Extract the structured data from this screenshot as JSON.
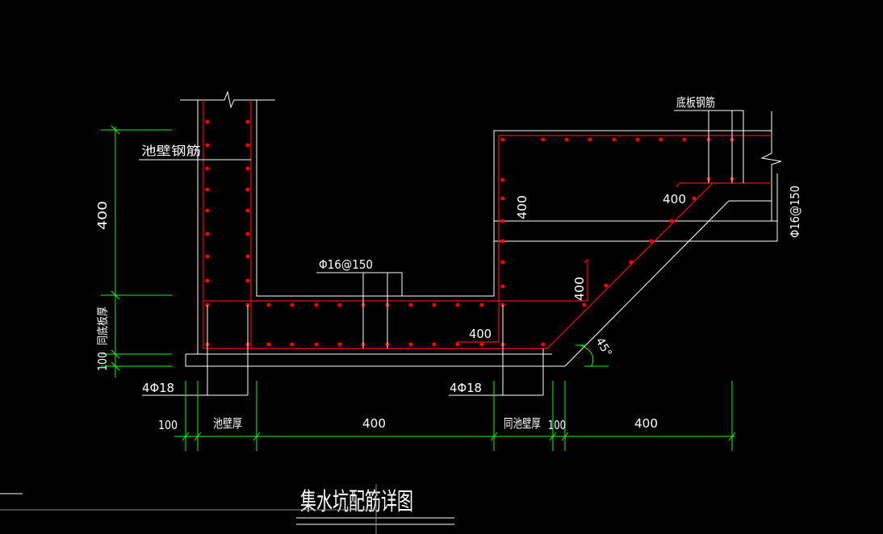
{
  "drawing": {
    "title": "集水坑配筋详图",
    "labels": {
      "wall_rebar": "池壁钢筋",
      "slab_rebar": "底板钢筋",
      "rebar_spacing_bottom": "Φ16@150",
      "rebar_spacing_right": "Φ16@150",
      "corner_bars_left": "4Φ18",
      "corner_bars_right": "4Φ18",
      "anchor_400_bottom": "400",
      "anchor_400_vertical": "400",
      "anchor_400_diag": "400",
      "anchor_400_inner": "400",
      "angle": "45°"
    },
    "dims_left": {
      "d400": "400",
      "same_slab": "同底板厚",
      "d100": "100"
    },
    "dims_bottom": {
      "d100_left": "100",
      "wall_thk": "池壁厚",
      "d400_mid": "400",
      "same_wall_thk": "同池壁厚",
      "d100_right": "100",
      "d400_right": "400"
    },
    "colors": {
      "rebar": "#ff0000",
      "dimension": "#00ff00",
      "outline": "#ffffff",
      "background": "#000000"
    }
  }
}
